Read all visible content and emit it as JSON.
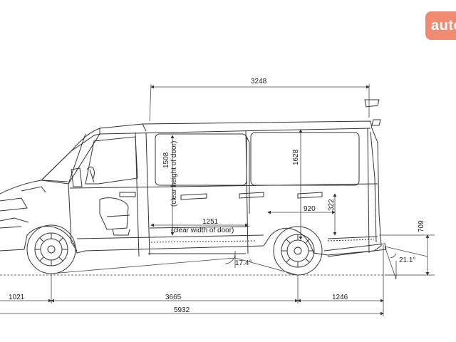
{
  "logo": {
    "text": "auto",
    "color": "#f08a70"
  },
  "dimensions": {
    "cargo_length": "3248",
    "door_height": "1508",
    "door_height_note": "(clear height of door)",
    "cargo_height": "1628",
    "door_width": "1251",
    "door_width_note": "(clear width of door)",
    "wheel_arch_width": "920",
    "wheel_arch_height": "322",
    "floor_height": "709",
    "front_overhang": "1021",
    "wheelbase": "3665",
    "rear_overhang": "1246",
    "overall_length": "5932",
    "ramp_angle": "17.4°",
    "departure_angle": "21.1°"
  },
  "colors": {
    "line": "#333333",
    "dim_line": "#444444",
    "accent": "#f08a70"
  }
}
